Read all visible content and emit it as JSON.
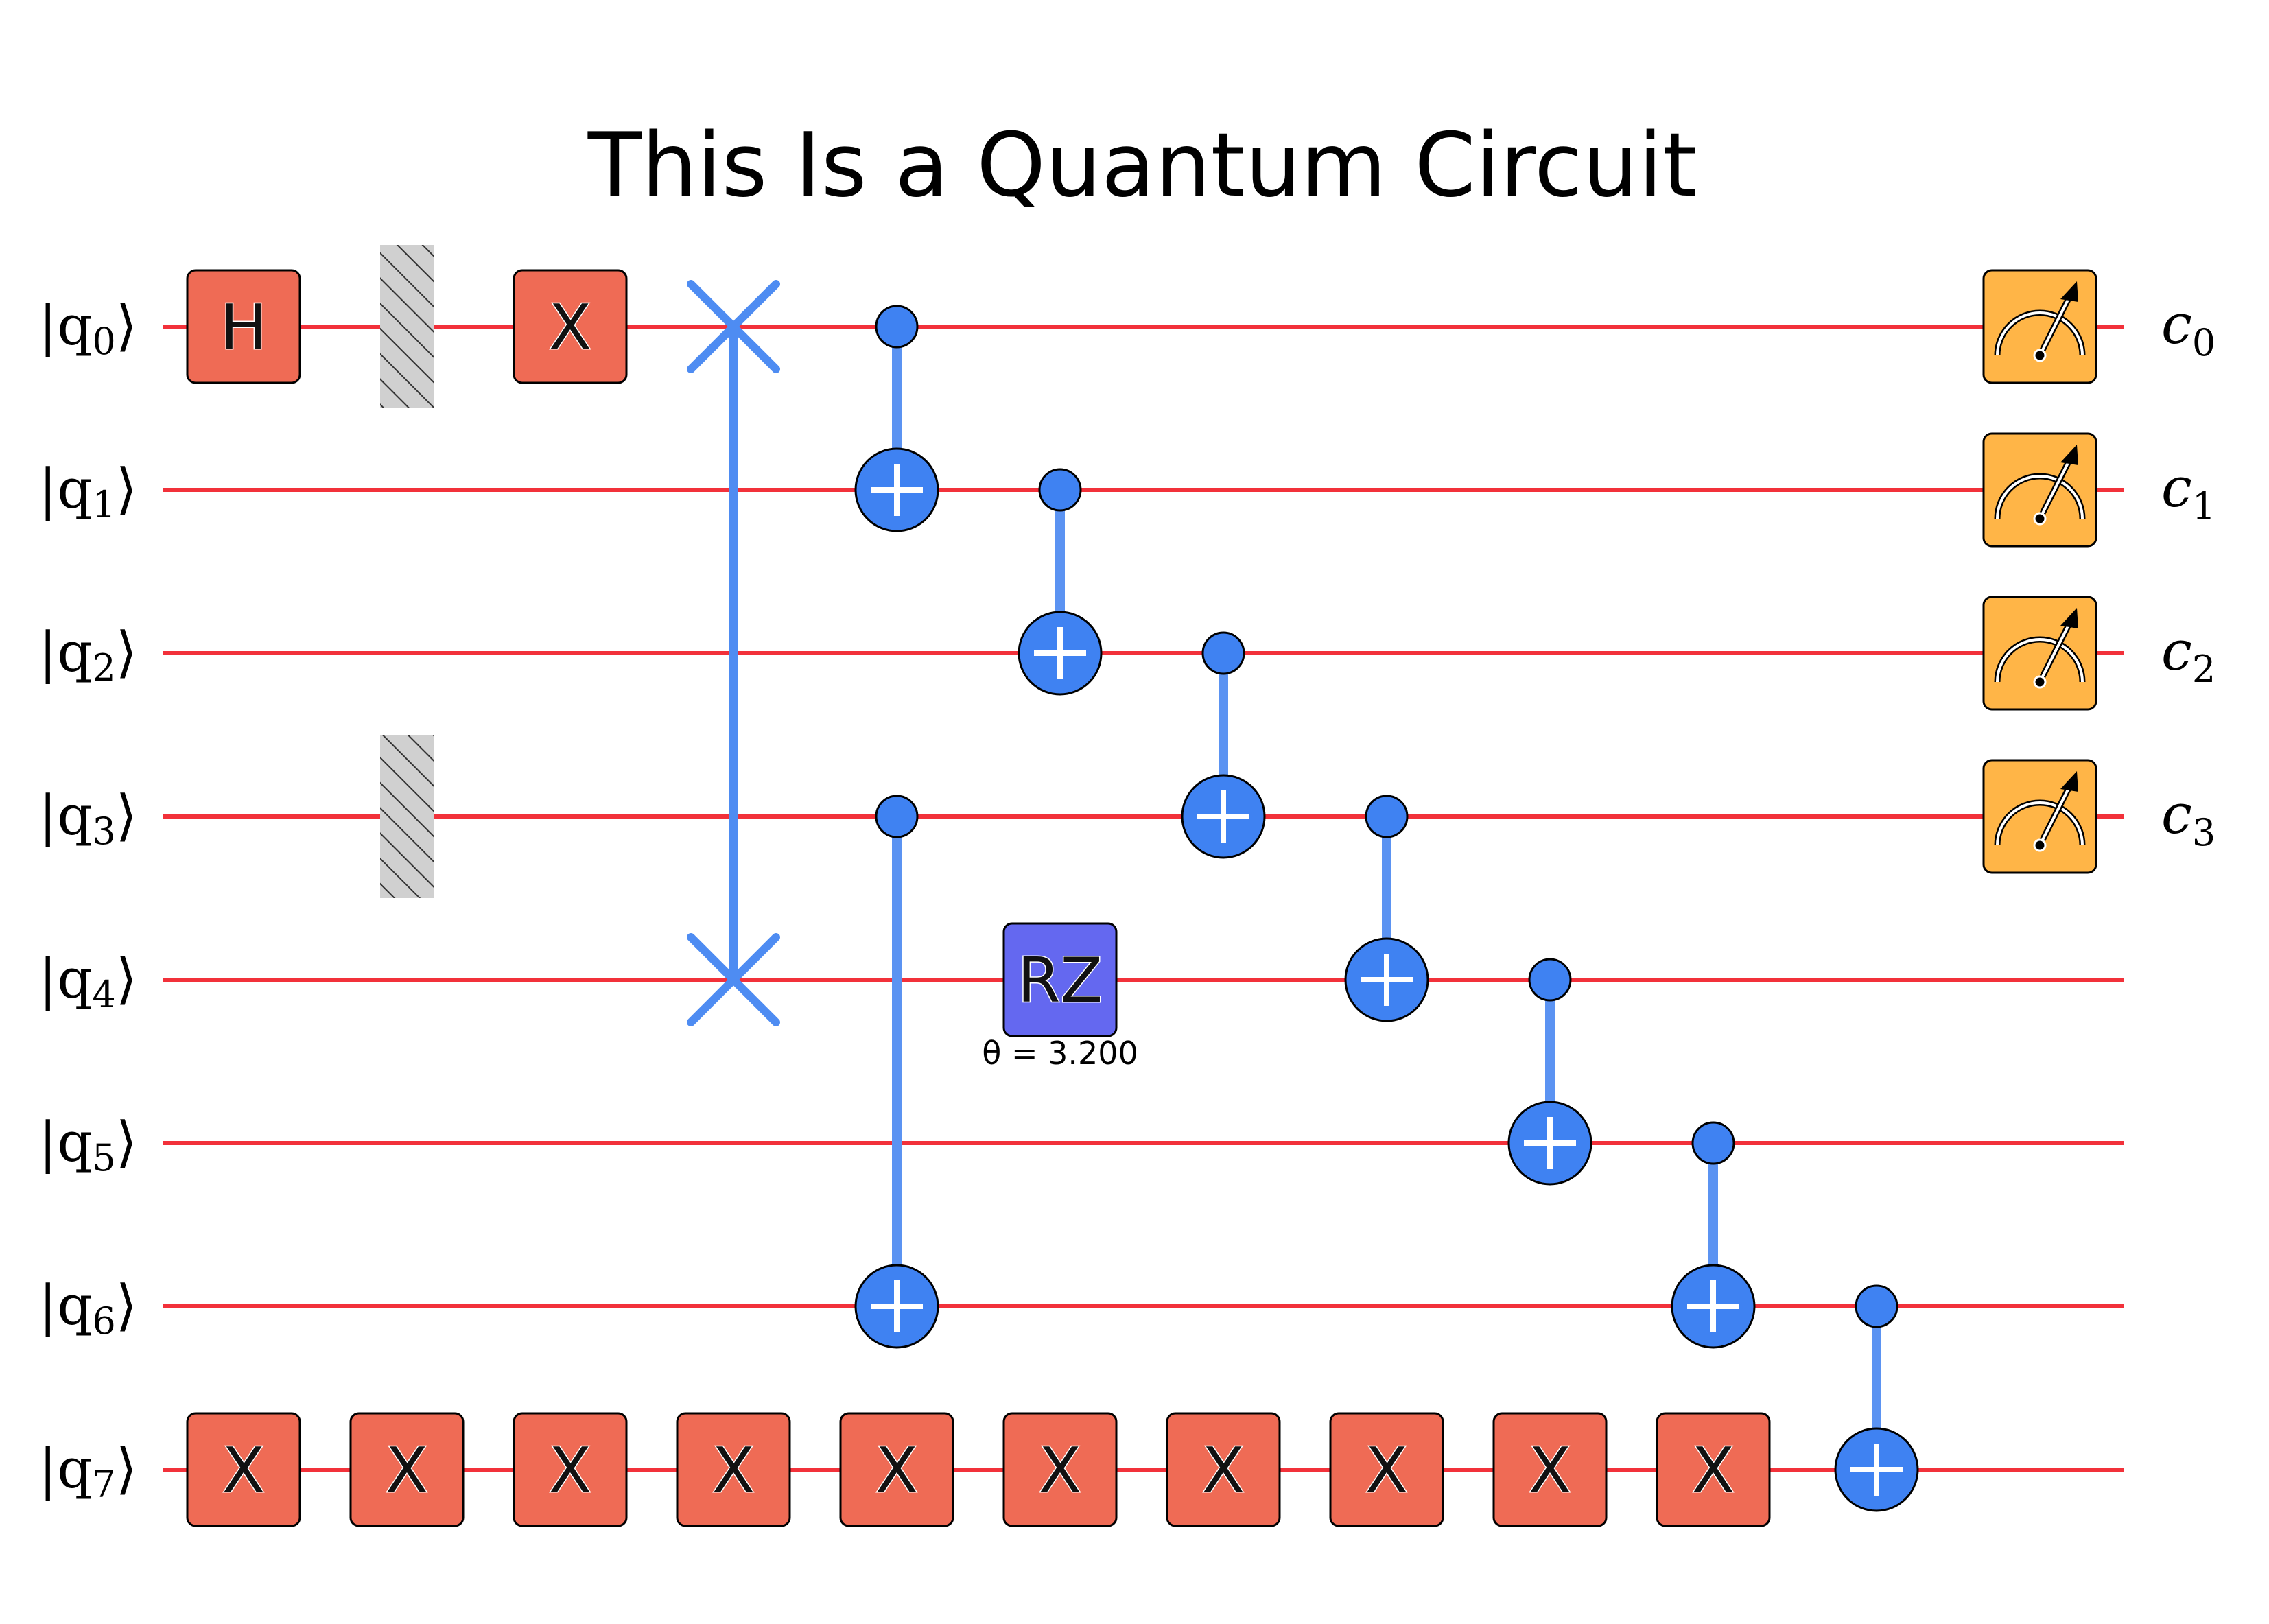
{
  "title": "This Is a Quantum Circuit",
  "colors": {
    "wire": "#f2313a",
    "x_gate": "#ef6b55",
    "h_gate": "#ef6b55",
    "rz_gate": "#6468f0",
    "measure": "#ffb547",
    "control": "#3f82f2",
    "control_line": "#5b93f2",
    "swap": "#4e8cf2",
    "barrier_fill": "#d0d0d0"
  },
  "qubits": [
    {
      "prefix": "|q",
      "index": "0",
      "suffix": "⟩"
    },
    {
      "prefix": "|q",
      "index": "1",
      "suffix": "⟩"
    },
    {
      "prefix": "|q",
      "index": "2",
      "suffix": "⟩"
    },
    {
      "prefix": "|q",
      "index": "3",
      "suffix": "⟩"
    },
    {
      "prefix": "|q",
      "index": "4",
      "suffix": "⟩"
    },
    {
      "prefix": "|q",
      "index": "5",
      "suffix": "⟩"
    },
    {
      "prefix": "|q",
      "index": "6",
      "suffix": "⟩"
    },
    {
      "prefix": "|q",
      "index": "7",
      "suffix": "⟩"
    }
  ],
  "clbits": [
    {
      "name": "c",
      "index": "0"
    },
    {
      "name": "c",
      "index": "1"
    },
    {
      "name": "c",
      "index": "2"
    },
    {
      "name": "c",
      "index": "3"
    }
  ],
  "gates": [
    {
      "type": "box",
      "name": "hadamard-gate",
      "label": "H",
      "qubit": 0,
      "col": 0,
      "color": "h_gate"
    },
    {
      "type": "barrier",
      "qubit": 0,
      "col": 1
    },
    {
      "type": "barrier",
      "qubit": 3,
      "col": 1
    },
    {
      "type": "box",
      "name": "x-gate",
      "label": "X",
      "qubit": 0,
      "col": 2,
      "color": "x_gate"
    },
    {
      "type": "swap",
      "qubits": [
        0,
        4
      ],
      "col": 3
    },
    {
      "type": "cx",
      "control": 0,
      "target": 1,
      "col": 4
    },
    {
      "type": "cx",
      "control": 3,
      "target": 6,
      "col": 4
    },
    {
      "type": "cx",
      "control": 1,
      "target": 2,
      "col": 5
    },
    {
      "type": "box",
      "name": "rz-gate",
      "label": "RZ",
      "qubit": 4,
      "col": 5,
      "color": "rz_gate",
      "param": "θ = 3.200"
    },
    {
      "type": "cx",
      "control": 2,
      "target": 3,
      "col": 6
    },
    {
      "type": "cx",
      "control": 3,
      "target": 4,
      "col": 7
    },
    {
      "type": "cx",
      "control": 4,
      "target": 5,
      "col": 8
    },
    {
      "type": "cx",
      "control": 5,
      "target": 6,
      "col": 9
    },
    {
      "type": "cx",
      "control": 6,
      "target": 7,
      "col": 10
    },
    {
      "type": "box",
      "name": "x-gate",
      "label": "X",
      "qubit": 7,
      "col": 0,
      "color": "x_gate"
    },
    {
      "type": "box",
      "name": "x-gate",
      "label": "X",
      "qubit": 7,
      "col": 1,
      "color": "x_gate"
    },
    {
      "type": "box",
      "name": "x-gate",
      "label": "X",
      "qubit": 7,
      "col": 2,
      "color": "x_gate"
    },
    {
      "type": "box",
      "name": "x-gate",
      "label": "X",
      "qubit": 7,
      "col": 3,
      "color": "x_gate"
    },
    {
      "type": "box",
      "name": "x-gate",
      "label": "X",
      "qubit": 7,
      "col": 4,
      "color": "x_gate"
    },
    {
      "type": "box",
      "name": "x-gate",
      "label": "X",
      "qubit": 7,
      "col": 5,
      "color": "x_gate"
    },
    {
      "type": "box",
      "name": "x-gate",
      "label": "X",
      "qubit": 7,
      "col": 6,
      "color": "x_gate"
    },
    {
      "type": "box",
      "name": "x-gate",
      "label": "X",
      "qubit": 7,
      "col": 7,
      "color": "x_gate"
    },
    {
      "type": "box",
      "name": "x-gate",
      "label": "X",
      "qubit": 7,
      "col": 8,
      "color": "x_gate"
    },
    {
      "type": "box",
      "name": "x-gate",
      "label": "X",
      "qubit": 7,
      "col": 9,
      "color": "x_gate"
    },
    {
      "type": "measure",
      "qubit": 0,
      "col": 11
    },
    {
      "type": "measure",
      "qubit": 1,
      "col": 11
    },
    {
      "type": "measure",
      "qubit": 2,
      "col": 11
    },
    {
      "type": "measure",
      "qubit": 3,
      "col": 11
    }
  ]
}
